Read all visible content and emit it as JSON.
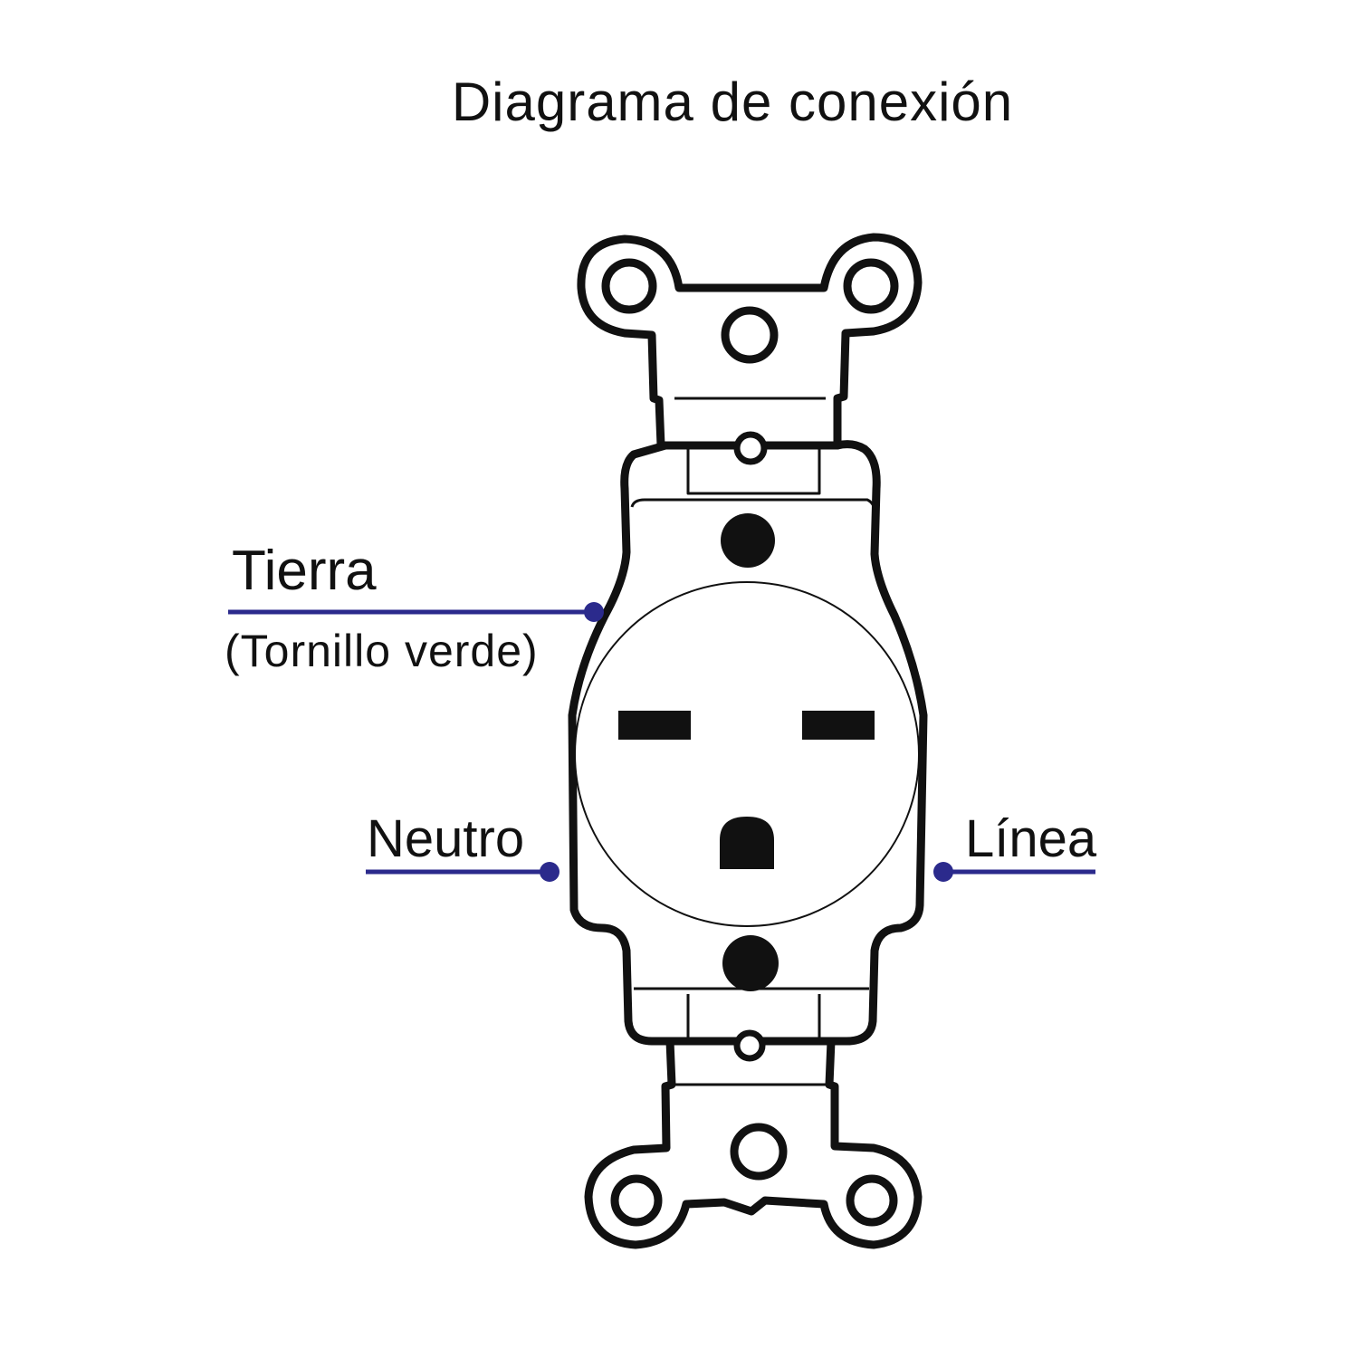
{
  "title": "Diagrama de conexión",
  "labels": {
    "ground": "Tierra",
    "ground_note": "(Tornillo verde)",
    "neutral": "Neutro",
    "line": "Línea"
  },
  "colors": {
    "outline": "#111111",
    "leader_line": "#2b2a8c",
    "background": "#ffffff"
  }
}
